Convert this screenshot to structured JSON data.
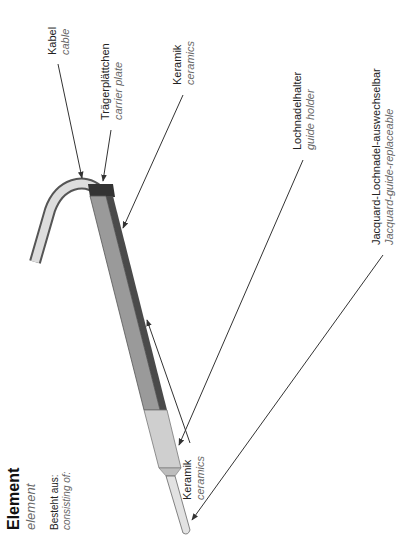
{
  "diagram": {
    "labels": [
      "Element",
      "element",
      "Besteht aus:",
      "consisting of:",
      "Kabel",
      "cable",
      "Trägerplättchen",
      "carrier plate",
      "Keramik",
      "ceramics",
      "Lochnadelhalter",
      "guide holder",
      "Jacquard-Lochnadel-auswechselbar",
      "Jacquard-guide-replaceable",
      "Keramik",
      "ceramics"
    ]
  }
}
